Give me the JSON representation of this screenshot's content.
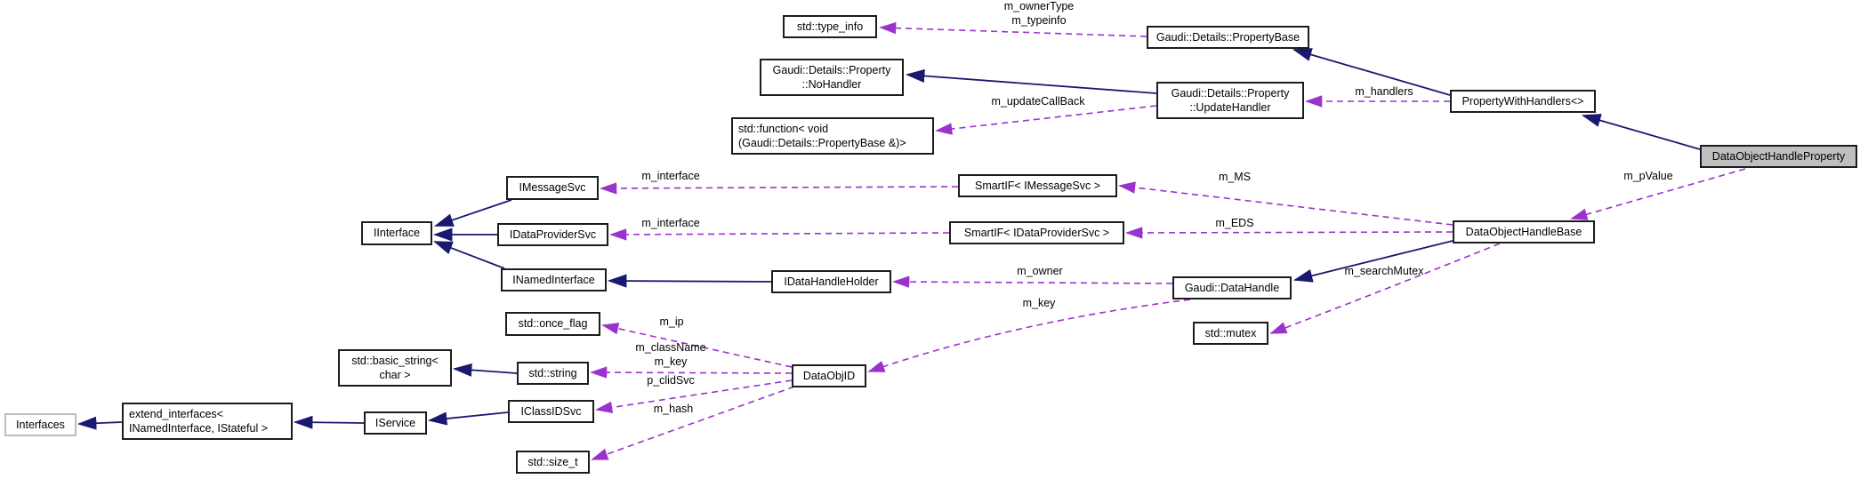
{
  "diagram": {
    "title": "DataObjectHandleProperty collaboration diagram",
    "colors": {
      "inheritance_edge": "#191970",
      "usage_edge": "#9a32cd",
      "selected_node_fill": "#bfbfbf",
      "node_border": "#1c1c1c",
      "external_node_border": "#bdbdbd"
    },
    "nodes": {
      "type_info": {
        "label": "std::type_info"
      },
      "property_base": {
        "label": "Gaudi::Details::PropertyBase"
      },
      "no_handler": {
        "label": "Gaudi::Details::Property\n::NoHandler"
      },
      "update_handler": {
        "label": "Gaudi::Details::Property\n::UpdateHandler"
      },
      "property_with_handlers": {
        "label": "PropertyWithHandlers<>"
      },
      "std_function": {
        "label": "std::function< void\n(Gaudi::Details::PropertyBase &)>"
      },
      "data_object_handle_property": {
        "label": "DataObjectHandleProperty"
      },
      "imessage_svc": {
        "label": "IMessageSvc"
      },
      "iinterface": {
        "label": "IInterface"
      },
      "idata_provider_svc": {
        "label": "IDataProviderSvc"
      },
      "inamed_interface": {
        "label": "INamedInterface"
      },
      "smartif_imessage": {
        "label": "SmartIF< IMessageSvc >"
      },
      "smartif_idataprovider": {
        "label": "SmartIF< IDataProviderSvc >"
      },
      "data_object_handle_base": {
        "label": "DataObjectHandleBase"
      },
      "idata_handle_holder": {
        "label": "IDataHandleHolder"
      },
      "gaudi_data_handle": {
        "label": "Gaudi::DataHandle"
      },
      "std_mutex": {
        "label": "std::mutex"
      },
      "std_once_flag": {
        "label": "std::once_flag"
      },
      "std_basic_string": {
        "label": "std::basic_string<\nchar >"
      },
      "std_string": {
        "label": "std::string"
      },
      "data_obj_id": {
        "label": "DataObjID"
      },
      "interfaces": {
        "label": "Interfaces"
      },
      "extend_interfaces": {
        "label": "extend_interfaces<\n INamedInterface, IStateful >"
      },
      "iservice": {
        "label": "IService"
      },
      "iclass_id_svc": {
        "label": "IClassIDSvc"
      },
      "std_size_t": {
        "label": "std::size_t"
      }
    },
    "edge_labels": {
      "m_owner_type_typeinfo": "m_ownerType\nm_typeinfo",
      "m_update_call_back": "m_updateCallBack",
      "m_handlers": "m_handlers",
      "m_p_value": "m_pValue",
      "m_ms": "m_MS",
      "m_eds": "m_EDS",
      "m_interface_msg": "m_interface",
      "m_interface_dps": "m_interface",
      "m_owner": "m_owner",
      "m_search_mutex": "m_searchMutex",
      "m_key_handle": "m_key",
      "m_ip": "m_ip",
      "m_class_name_key": "m_className\nm_key",
      "p_clid_svc": "p_clidSvc",
      "m_hash": "m_hash"
    }
  }
}
